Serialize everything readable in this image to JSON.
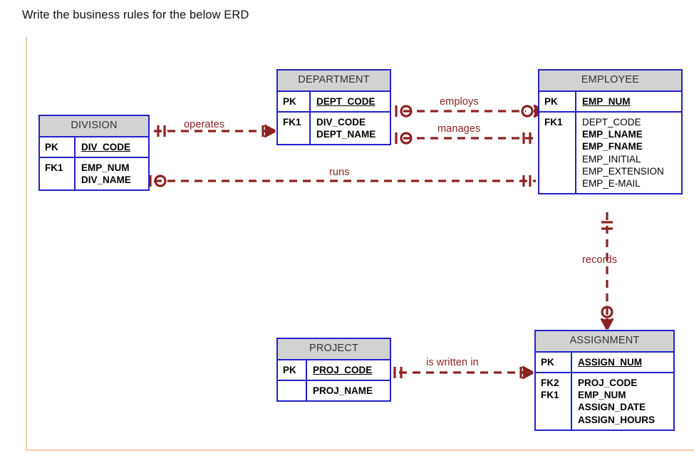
{
  "prompt": {
    "text": "Write the business rules for the below ERD"
  },
  "colors": {
    "entity_border": "#2222cc",
    "entity_header_fill": "#d2d2d2",
    "relationship_line": "#8b2222",
    "frame_rule": "#f2cdaa",
    "text": "#000000"
  },
  "diagram": {
    "type": "erd",
    "notation": "crows-foot",
    "entities": [
      {
        "id": "division",
        "name": "DIVISION",
        "rows": [
          {
            "key": "PK",
            "attributes": [
              {
                "name": "DIV_CODE",
                "style": "pk"
              }
            ]
          },
          {
            "key": "FK1",
            "attributes": [
              {
                "name": "EMP_NUM",
                "style": "bold"
              },
              {
                "name": "DIV_NAME",
                "style": "bold"
              }
            ]
          }
        ]
      },
      {
        "id": "department",
        "name": "DEPARTMENT",
        "rows": [
          {
            "key": "PK",
            "attributes": [
              {
                "name": "DEPT_CODE",
                "style": "pk"
              }
            ]
          },
          {
            "key": "FK1",
            "attributes": [
              {
                "name": "DIV_CODE",
                "style": "bold"
              },
              {
                "name": "DEPT_NAME",
                "style": "bold"
              }
            ]
          }
        ]
      },
      {
        "id": "employee",
        "name": "EMPLOYEE",
        "rows": [
          {
            "key": "PK",
            "attributes": [
              {
                "name": "EMP_NUM",
                "style": "pk"
              }
            ]
          },
          {
            "key": "FK1",
            "attributes": [
              {
                "name": "DEPT_CODE",
                "style": "normal"
              },
              {
                "name": "EMP_LNAME",
                "style": "bold"
              },
              {
                "name": "EMP_FNAME",
                "style": "bold"
              },
              {
                "name": "EMP_INITIAL",
                "style": "normal"
              },
              {
                "name": "EMP_EXTENSION",
                "style": "normal"
              },
              {
                "name": "EMP_E-MAIL",
                "style": "normal"
              }
            ]
          }
        ]
      },
      {
        "id": "project",
        "name": "PROJECT",
        "rows": [
          {
            "key": "PK",
            "attributes": [
              {
                "name": "PROJ_CODE",
                "style": "pk"
              }
            ]
          },
          {
            "key": "",
            "attributes": [
              {
                "name": "PROJ_NAME",
                "style": "bold"
              }
            ]
          }
        ]
      },
      {
        "id": "assignment",
        "name": "ASSIGNMENT",
        "rows": [
          {
            "key": "PK",
            "attributes": [
              {
                "name": "ASSIGN_NUM",
                "style": "pk"
              }
            ]
          },
          {
            "key": "FK2\nFK1",
            "attributes": [
              {
                "name": "PROJ_CODE",
                "style": "bold"
              },
              {
                "name": "EMP_NUM",
                "style": "bold"
              },
              {
                "name": "ASSIGN_DATE",
                "style": "bold"
              },
              {
                "name": "ASSIGN_HOURS",
                "style": "bold"
              }
            ]
          }
        ]
      }
    ],
    "relationships": [
      {
        "id": "operates",
        "label": "operates",
        "from": "DIVISION",
        "to": "DEPARTMENT",
        "from_cardinality": "exactly-one",
        "to_cardinality": "one-or-many",
        "line": "dashed"
      },
      {
        "id": "employs",
        "label": "employs",
        "from": "DEPARTMENT",
        "to": "EMPLOYEE",
        "from_cardinality": "zero-or-one",
        "to_cardinality": "zero-or-many",
        "line": "dashed"
      },
      {
        "id": "manages",
        "label": "manages",
        "from": "DEPARTMENT",
        "to": "EMPLOYEE",
        "from_cardinality": "zero-or-one",
        "to_cardinality": "exactly-one",
        "line": "dashed"
      },
      {
        "id": "runs",
        "label": "runs",
        "from": "DIVISION",
        "to": "EMPLOYEE",
        "from_cardinality": "zero-or-one",
        "to_cardinality": "exactly-one",
        "line": "dashed"
      },
      {
        "id": "records",
        "label": "records",
        "from": "EMPLOYEE",
        "to": "ASSIGNMENT",
        "from_cardinality": "exactly-one",
        "to_cardinality": "zero-or-many",
        "line": "dashed"
      },
      {
        "id": "is-written-in",
        "label": "is written in",
        "from": "PROJECT",
        "to": "ASSIGNMENT",
        "from_cardinality": "exactly-one",
        "to_cardinality": "one-or-many",
        "line": "dashed"
      }
    ]
  }
}
